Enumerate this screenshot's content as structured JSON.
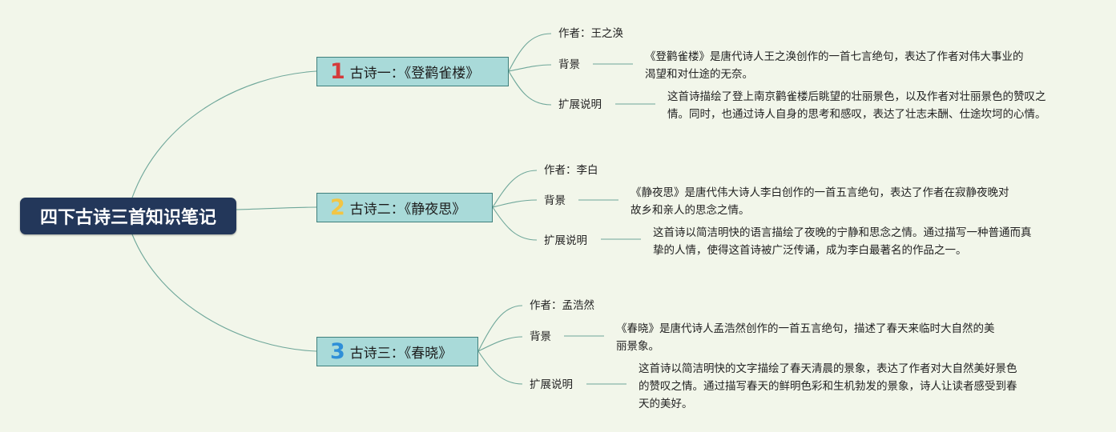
{
  "root": {
    "label": "四下古诗三首知识笔记"
  },
  "colors": {
    "root_bg": "#23375a",
    "poem_bg": "#a9dad9",
    "poem_border": "#3f7f7c",
    "link": "#6fa79a",
    "background": "#f2f6ea"
  },
  "poems": [
    {
      "number": "1",
      "number_color": "#d43b3b",
      "title": "古诗一：《登鹳雀楼》",
      "author": "作者：王之涣",
      "background_label": "背景",
      "background_lines": [
        "《登鹳雀楼》是唐代诗人王之涣创作的一首七言绝句，表达了作者对伟大事业的",
        "渴望和对仕途的无奈。"
      ],
      "extension_label": "扩展说明",
      "extension_lines": [
        "这首诗描绘了登上南京鹳雀楼后眺望的壮丽景色，以及作者对壮丽景色的赞叹之",
        "情。同时，也通过诗人自身的思考和感叹，表达了壮志未酬、仕途坎坷的心情。"
      ]
    },
    {
      "number": "2",
      "number_color": "#f2c544",
      "title": "古诗二：《静夜思》",
      "author": "作者：李白",
      "background_label": "背景",
      "background_lines": [
        "《静夜思》是唐代伟大诗人李白创作的一首五言绝句，表达了作者在寂静夜晚对",
        "故乡和亲人的思念之情。"
      ],
      "extension_label": "扩展说明",
      "extension_lines": [
        "这首诗以简洁明快的语言描绘了夜晚的宁静和思念之情。通过描写一种普通而真",
        "挚的人情，使得这首诗被广泛传诵，成为李白最著名的作品之一。"
      ]
    },
    {
      "number": "3",
      "number_color": "#2f8fd8",
      "title": "古诗三：《春晓》",
      "author": "作者：孟浩然",
      "background_label": "背景",
      "background_lines": [
        "《春晓》是唐代诗人孟浩然创作的一首五言绝句，描述了春天来临时大自然的美",
        "丽景象。"
      ],
      "extension_label": "扩展说明",
      "extension_lines": [
        "这首诗以简洁明快的文字描绘了春天清晨的景象，表达了作者对大自然美好景色",
        "的赞叹之情。通过描写春天的鲜明色彩和生机勃发的景象，诗人让读者感受到春",
        "天的美好。"
      ]
    }
  ]
}
